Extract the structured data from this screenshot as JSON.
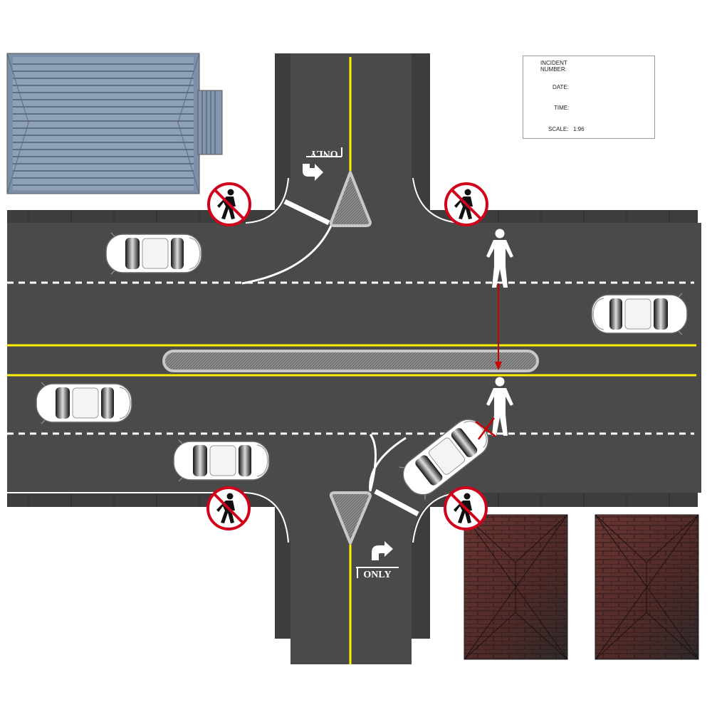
{
  "incident_form": {
    "incident_label_line1": "INCIDENT",
    "incident_label_line2": "NUMBER:",
    "incident_value": "",
    "date_label": "DATE:",
    "date_value": "",
    "time_label": "TIME:",
    "time_value": "",
    "scale_label": "SCALE:",
    "scale_value": "1:96"
  },
  "road_markings": {
    "north_turn_text": "ONLY",
    "south_turn_text": "ONLY"
  },
  "colors": {
    "asphalt": "#4a4a4a",
    "sidewalk": "#3d3d3d",
    "center_line": "#ffee00",
    "lane_dash": "#ffffff",
    "prohibition_red": "#d0021b",
    "impact_line": "#cc0000",
    "north_building_roof": "#7d8fa8",
    "brick_roof": "#5a2e2b"
  },
  "icons": [
    "no-pedestrian-icon",
    "pedestrian-icon",
    "turn-arrow-icon",
    "car-icon",
    "median-island-icon",
    "building-roof-icon",
    "impact-x-icon"
  ]
}
